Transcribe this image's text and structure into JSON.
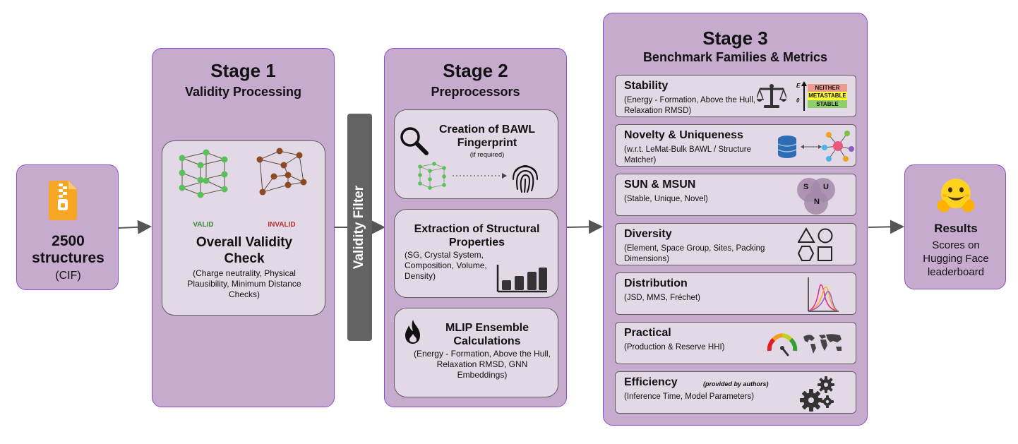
{
  "input": {
    "count": "2500",
    "label": "structures",
    "format": "(CIF)"
  },
  "stage1": {
    "title": "Stage 1",
    "subtitle": "Validity Processing",
    "valid_label": "VALID",
    "invalid_label": "INVALID",
    "check_title": "Overall Validity Check",
    "check_desc": "(Charge neutrality, Physical Plausibility, Minimum Distance Checks)"
  },
  "filter": {
    "label": "Validity Filter"
  },
  "stage2": {
    "title": "Stage 2",
    "subtitle": "Preprocessors",
    "bawl_title": "Creation of BAWL Fingerprint",
    "bawl_note": "(if required)",
    "struct_title": "Extraction of Structural Properties",
    "struct_desc": "(SG, Crystal System, Composition, Volume, Density)",
    "mlip_title": "MLIP Ensemble Calculations",
    "mlip_desc": "(Energy - Formation, Above the Hull, Relaxation RMSD, GNN Embeddings)"
  },
  "stage3": {
    "title": "Stage 3",
    "subtitle": "Benchmark Families & Metrics",
    "metrics": [
      {
        "title": "Stability",
        "desc": "(Energy - Formation, Above the Hull, Relaxation RMSD)"
      },
      {
        "title": "Novelty & Uniqueness",
        "desc": "(w.r.t. LeMat-Bulk BAWL / Structure Matcher)"
      },
      {
        "title": "SUN & MSUN",
        "desc": "(Stable, Unique, Novel)"
      },
      {
        "title": "Diversity",
        "desc": "(Element, Space Group, Sites, Packing Dimensions)"
      },
      {
        "title": "Distribution",
        "desc": "(JSD, MMS, Fréchet)"
      },
      {
        "title": "Practical",
        "desc": "(Production & Reserve HHI)"
      },
      {
        "title": "Efficiency",
        "desc": "(Inference Time, Model Parameters)",
        "note": "(provided by authors)"
      }
    ],
    "stability_chart": {
      "axis_e": "E",
      "axis_zero": "0",
      "bands": [
        "NEITHER",
        "METASTABLE",
        "STABLE"
      ],
      "colors": [
        "#ec9b8f",
        "#ffff33",
        "#8fcf6a"
      ]
    },
    "venn": [
      "S",
      "U",
      "N"
    ]
  },
  "results": {
    "title": "Results",
    "desc": "Scores on Hugging Face leaderboard"
  },
  "colors": {
    "panel": "#c7abcf",
    "border": "#8a4fc6",
    "card": "#e3d8e6",
    "filter": "#636363",
    "valid": "#3a8a3a",
    "invalid": "#b83232"
  }
}
